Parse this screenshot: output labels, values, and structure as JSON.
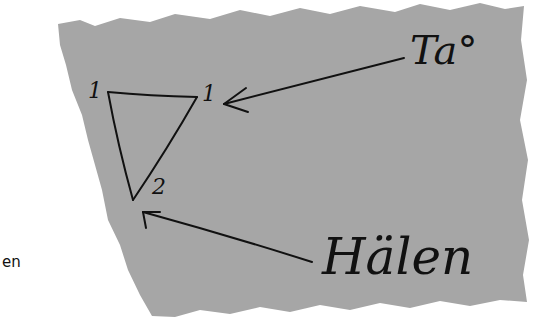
{
  "diagram": {
    "labels": [
      "1",
      "1",
      "2",
      "Ta°",
      "Hälen",
      "en"
    ]
  }
}
